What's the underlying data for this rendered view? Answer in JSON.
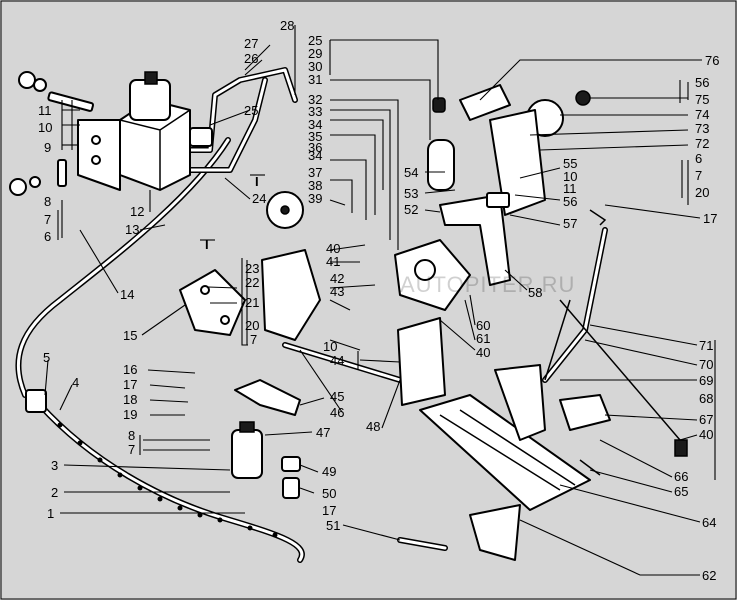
{
  "watermark": "AUTOPITER.RU",
  "section_marks": [
    "I",
    "I"
  ],
  "labels": [
    "28",
    "27",
    "26",
    "25",
    "24",
    "23",
    "22",
    "21",
    "20",
    "19",
    "18",
    "17",
    "16",
    "15",
    "14",
    "13",
    "12",
    "11",
    "10",
    "9",
    "8",
    "7",
    "6",
    "5",
    "4",
    "3",
    "2",
    "1",
    "25",
    "29",
    "30",
    "31",
    "32",
    "33",
    "34",
    "35",
    "34",
    "36",
    "37",
    "38",
    "39",
    "40",
    "41",
    "42",
    "43",
    "10",
    "44",
    "45",
    "46",
    "47",
    "48",
    "49",
    "50",
    "51",
    "76",
    "56",
    "75",
    "74",
    "73",
    "72",
    "6",
    "7",
    "20",
    "55",
    "10",
    "11",
    "56",
    "57",
    "17",
    "54",
    "53",
    "52",
    "58",
    "60",
    "61",
    "40",
    "71",
    "70",
    "69",
    "68",
    "67",
    "40",
    "66",
    "65",
    "64",
    "62",
    "17",
    "18",
    "19",
    "16",
    "8",
    "7",
    "7",
    "11",
    "10",
    "9",
    "8",
    "7",
    "6",
    "20",
    "7",
    "21",
    "22",
    "23",
    "17"
  ]
}
